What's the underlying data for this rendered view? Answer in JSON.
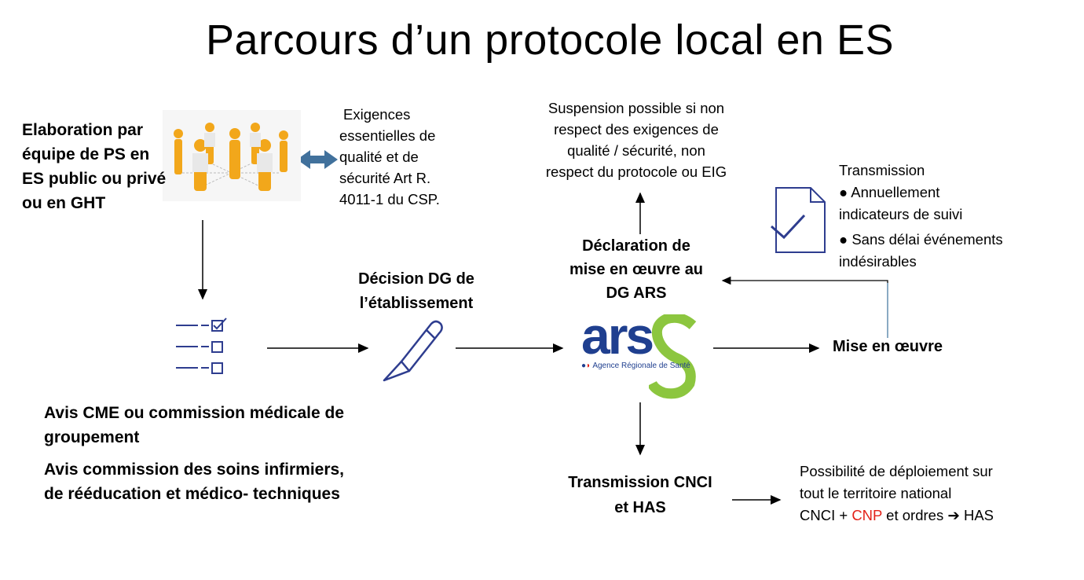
{
  "title": "Parcours d’un protocole local en ES",
  "elaboration": [
    "Elaboration par",
    "équipe de PS en",
    "ES public ou privé",
    "ou en GHT"
  ],
  "exigences": [
    "Exigences",
    "essentielles de",
    "qualité et de",
    "sécurité Art R.",
    "4011-1 du CSP."
  ],
  "suspension": [
    "Suspension possible si non",
    "respect des exigences de",
    "qualité / sécurité, non",
    "respect du protocole ou EIG"
  ],
  "transmission_box": {
    "heading": "Transmission",
    "bullet1": [
      "● Annuellement",
      "indicateurs de suivi"
    ],
    "bullet2": [
      "● Sans délai événements",
      "indésirables"
    ]
  },
  "declaration": [
    "Déclaration de",
    "mise en œuvre au",
    "DG ARS"
  ],
  "decision": [
    "Décision DG de",
    "l’établissement"
  ],
  "mise_en_oeuvre": "Mise en œuvre",
  "avis_cme": [
    "Avis CME ou commission médicale de",
    "groupement"
  ],
  "avis_soins": [
    "Avis commission des soins infirmiers,",
    "de rééducation et médico- techniques"
  ],
  "transmission_cnci": [
    "Transmission CNCI",
    "et HAS"
  ],
  "possibilite": {
    "line1": "Possibilité de déploiement sur",
    "line2": "tout le territoire national",
    "line3_a": "CNCI + ",
    "line3_cnp": "CNP",
    "line3_b": " et ordres ➔ HAS"
  },
  "ars_logo": {
    "letters": "ars",
    "tagline": "Agence Régionale de Santé"
  },
  "colors": {
    "ars_blue": "#1f3f8f",
    "ars_green": "#8cc63f",
    "arrow_blue": "#41719c",
    "icon_blue": "#2e3d8f",
    "cnp_red": "#e32119"
  }
}
